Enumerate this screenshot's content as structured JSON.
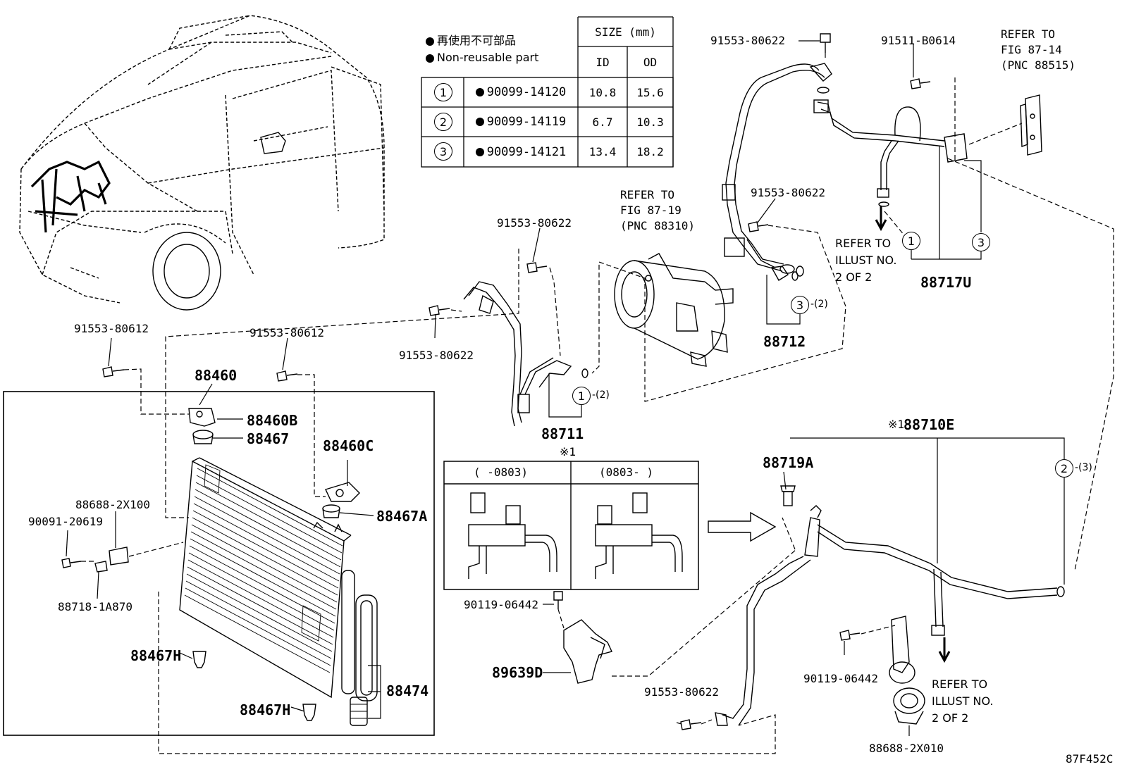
{
  "legend": {
    "jp": "再使用不可部品",
    "en": "Non-reusable part"
  },
  "size_table": {
    "header": "SIZE (mm)",
    "col_id": "ID",
    "col_od": "OD",
    "rows": [
      {
        "no": "1",
        "part": "90099-14120",
        "id": "10.8",
        "od": "15.6"
      },
      {
        "no": "2",
        "part": "90099-14119",
        "id": "6.7",
        "od": "10.3"
      },
      {
        "no": "3",
        "part": "90099-14121",
        "id": "13.4",
        "od": "18.2"
      }
    ]
  },
  "references": {
    "compressor": [
      "REFER TO",
      "FIG 87-19",
      "(PNC 88310)"
    ],
    "expansion_valve": [
      "REFER TO",
      "FIG 87-14",
      "(PNC 88515)"
    ],
    "illust_a": [
      "REFER TO",
      "ILLUST NO.",
      "2 OF 2"
    ],
    "illust_b": [
      "REFER TO",
      "ILLUST NO.",
      "2 OF 2"
    ]
  },
  "variant_box": {
    "mark": "※1",
    "left": "(  -0803)",
    "right": "(0803-  )"
  },
  "labels": {
    "p91553_80622_top": "91553-80622",
    "p91511_b0614": "91511-B0614",
    "p91553_80622_mid": "91553-80622",
    "p88717u": "88717U",
    "p88712": "88712",
    "p91553_80622_hose": "91553-80622",
    "p91553_80622_left": "91553-80622",
    "p88711": "88711",
    "p91553_80612_a": "91553-80612",
    "p91553_80612_b": "91553-80612",
    "p88460": "88460",
    "p88460b": "88460B",
    "p88467": "88467",
    "p88460c": "88460C",
    "p88467a": "88467A",
    "p88688_2x100": "88688-2X100",
    "p90091_20619": "90091-20619",
    "p88718_1a870": "88718-1A870",
    "p88467h_a": "88467H",
    "p88467h_b": "88467H",
    "p88474": "88474",
    "p88710e": "88710E",
    "p88710e_mark": "※1",
    "p88719a": "88719A",
    "p90119_06442_a": "90119-06442",
    "p89639d": "89639D",
    "p91553_80622_low": "91553-80622",
    "p90119_06442_b": "90119-06442",
    "p88688_2x010": "88688-2X010",
    "figure_code": "87F452C"
  },
  "callouts": {
    "c1_88711": "1",
    "c1_88711_qty": "-(2)",
    "c3_88712": "3",
    "c3_88712_qty": "-(2)",
    "c1_88717u": "1",
    "c3_88717u": "3",
    "c2_88710e": "2",
    "c2_88710e_qty": "-(3)"
  }
}
